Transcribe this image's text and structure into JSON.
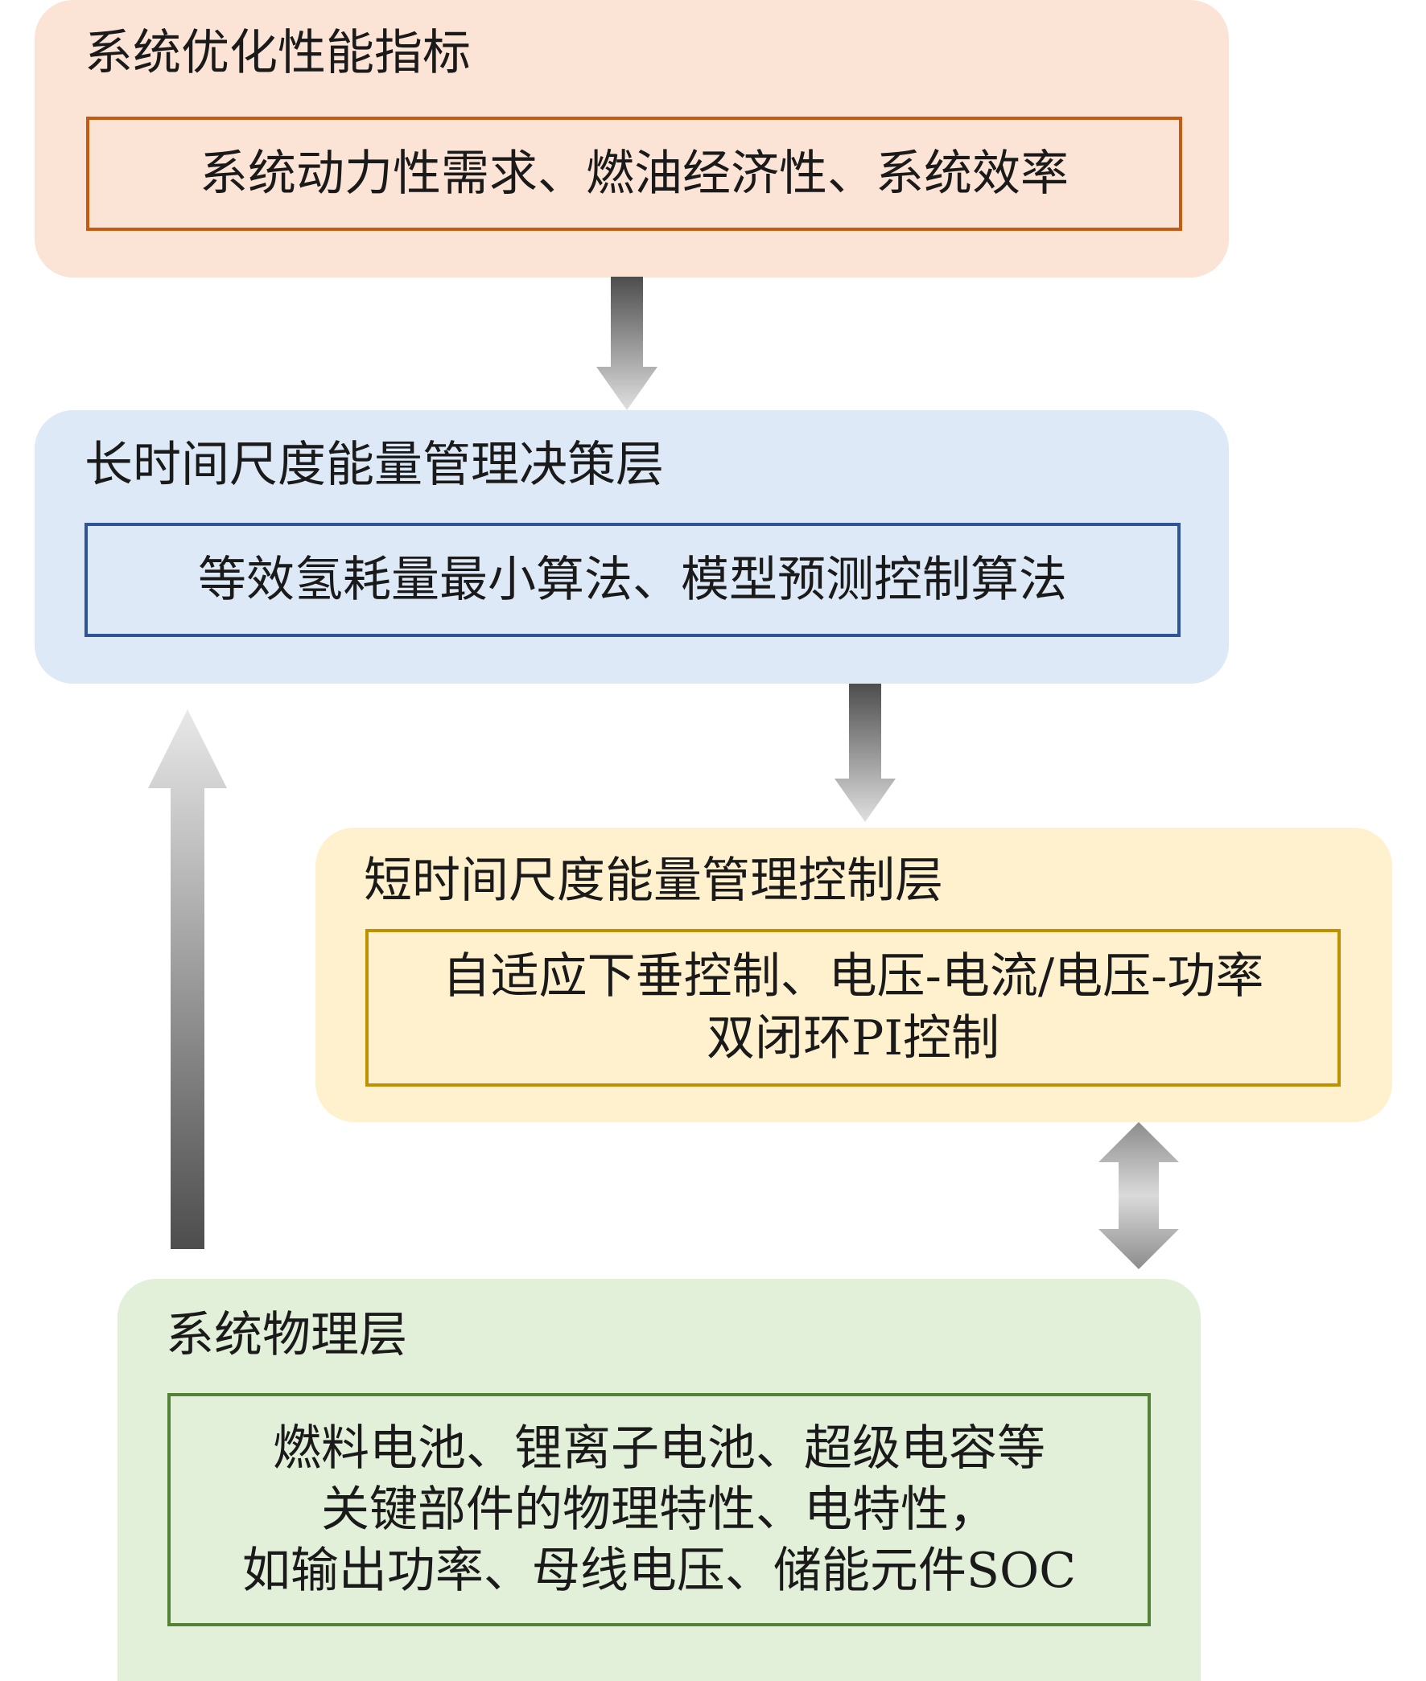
{
  "colors": {
    "objectives_fill": "#fbe3d5",
    "objectives_border": "#c55a11",
    "long_fill": "#dde9f6",
    "long_border": "#2f5597",
    "short_fill": "#fff1cd",
    "short_border": "#bf9000",
    "physical_fill": "#e2efd9",
    "physical_border": "#548235",
    "arrow_dark": "#4d4d4d",
    "arrow_light": "#e0e0e0"
  },
  "objectives": {
    "title": "系统优化性能指标",
    "content": [
      "系统动力性需求、燃油经济性、系统效率"
    ]
  },
  "long_term": {
    "title": "长时间尺度能量管理决策层",
    "content": [
      "等效氢耗量最小算法、模型预测控制算法"
    ]
  },
  "short_term": {
    "title": "短时间尺度能量管理控制层",
    "content": [
      "自适应下垂控制、电压-电流/电压-功率",
      "双闭环PI控制"
    ]
  },
  "physical": {
    "title": "系统物理层",
    "content": [
      "燃料电池、锂离子电池、超级电容等",
      "关键部件的物理特性、电特性，",
      "如输出功率、母线电压、储能元件SOC"
    ]
  }
}
